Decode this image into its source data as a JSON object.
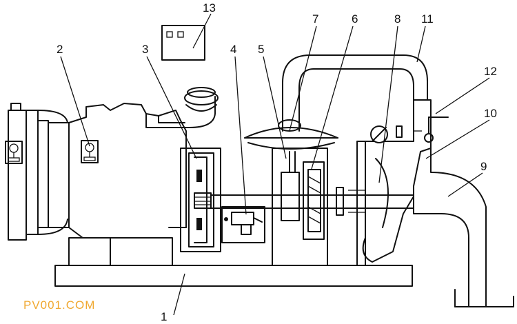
{
  "labels": [
    "1",
    "2",
    "3",
    "4",
    "5",
    "6",
    "7",
    "8",
    "9",
    "10",
    "11",
    "12",
    "13"
  ],
  "watermark": {
    "text": "PV001.COM",
    "color": "#f0a830"
  }
}
